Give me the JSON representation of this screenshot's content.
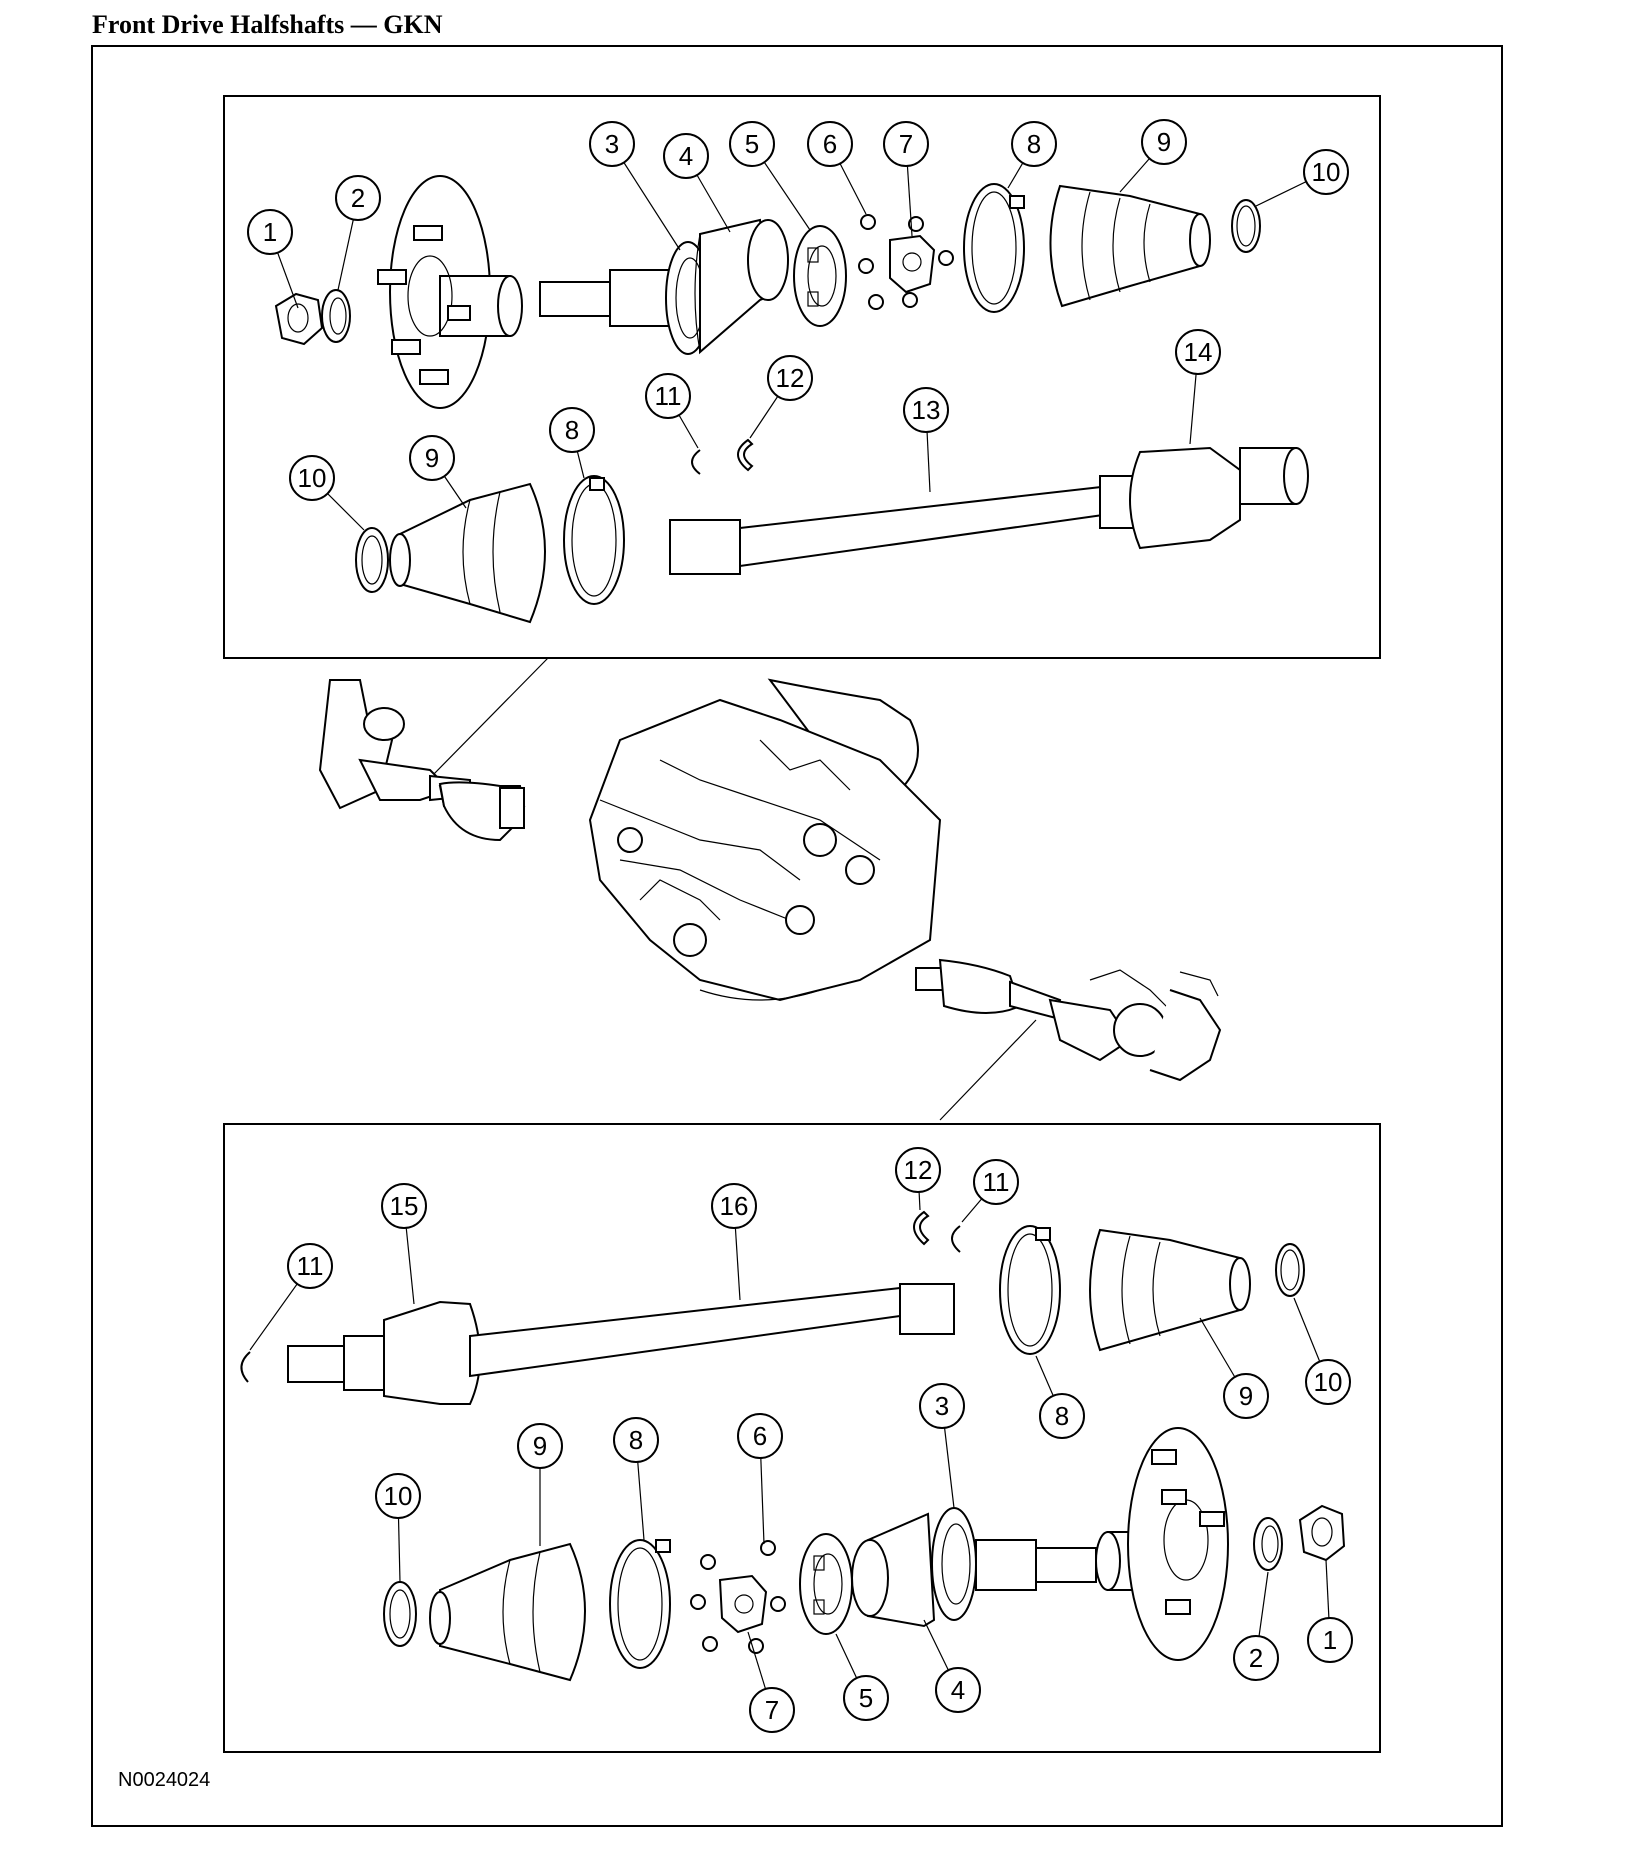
{
  "title": "Front Drive Halfshafts — GKN",
  "figure_code": "N0024024",
  "callouts_top": [
    "1",
    "2",
    "3",
    "4",
    "5",
    "6",
    "7",
    "8",
    "9",
    "10",
    "11",
    "12",
    "13",
    "14",
    "10",
    "9",
    "8"
  ],
  "callouts_bottom": [
    "15",
    "16",
    "12",
    "11",
    "11",
    "8",
    "9",
    "10",
    "10",
    "9",
    "8",
    "6",
    "3",
    "7",
    "5",
    "4",
    "2",
    "1"
  ]
}
